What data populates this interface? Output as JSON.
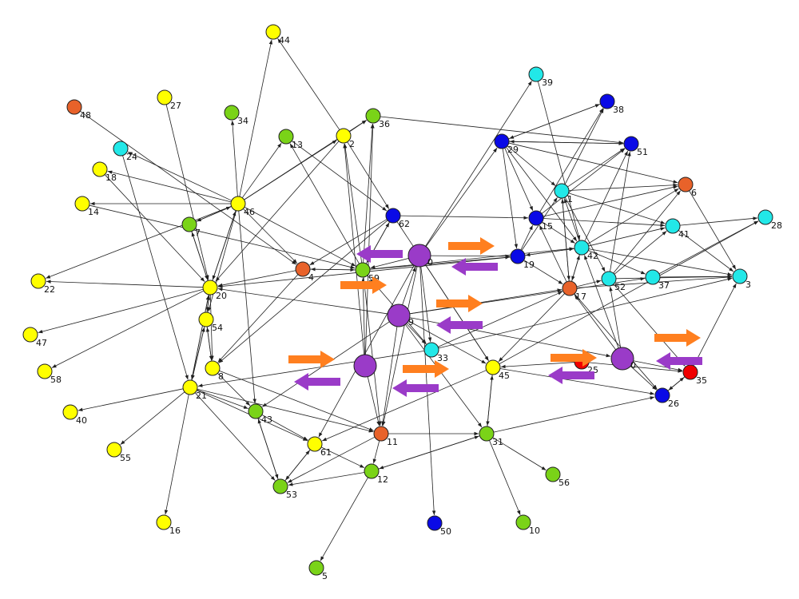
{
  "colors": {
    "yellow": "#ffff00",
    "green": "#7ad318",
    "cyan": "#22e8e8",
    "blue": "#0a0ae6",
    "orange_node": "#e8622a",
    "red": "#f00000",
    "highlight_fill": "#9a3bc8",
    "highlight_ring": "#ff7f1f",
    "arrow_orange": "#ff7f1f",
    "arrow_purple": "#9a3bc8",
    "edge": "#202020"
  },
  "nodes": [
    {
      "id": "44",
      "label": "44",
      "color": "yellow"
    },
    {
      "id": "27",
      "label": "27",
      "color": "yellow"
    },
    {
      "id": "48",
      "label": "48",
      "color": "orange_node"
    },
    {
      "id": "34",
      "label": "34",
      "color": "green"
    },
    {
      "id": "36",
      "label": "36",
      "color": "green"
    },
    {
      "id": "2",
      "label": "2",
      "color": "yellow"
    },
    {
      "id": "13",
      "label": "13",
      "color": "green"
    },
    {
      "id": "24",
      "label": "24",
      "color": "cyan"
    },
    {
      "id": "18",
      "label": "18",
      "color": "yellow"
    },
    {
      "id": "14",
      "label": "14",
      "color": "yellow"
    },
    {
      "id": "46",
      "label": "46",
      "color": "yellow"
    },
    {
      "id": "7",
      "label": "7",
      "color": "green"
    },
    {
      "id": "22",
      "label": "22",
      "color": "yellow"
    },
    {
      "id": "20",
      "label": "20",
      "color": "yellow"
    },
    {
      "id": "4",
      "label": "4",
      "color": "orange_node"
    },
    {
      "id": "47",
      "label": "47",
      "color": "yellow"
    },
    {
      "id": "54",
      "label": "54",
      "color": "yellow"
    },
    {
      "id": "58",
      "label": "58",
      "color": "yellow"
    },
    {
      "id": "8",
      "label": "8",
      "color": "yellow"
    },
    {
      "id": "21",
      "label": "21",
      "color": "yellow"
    },
    {
      "id": "40",
      "label": "40",
      "color": "yellow"
    },
    {
      "id": "55",
      "label": "55",
      "color": "yellow"
    },
    {
      "id": "16",
      "label": "16",
      "color": "yellow"
    },
    {
      "id": "43",
      "label": "43",
      "color": "green"
    },
    {
      "id": "61",
      "label": "61",
      "color": "yellow"
    },
    {
      "id": "53",
      "label": "53",
      "color": "green"
    },
    {
      "id": "5",
      "label": "5",
      "color": "green"
    },
    {
      "id": "59",
      "label": "59",
      "color": "green"
    },
    {
      "id": "62",
      "label": "62",
      "color": "blue"
    },
    {
      "id": "30",
      "label": "0",
      "color": "highlight"
    },
    {
      "id": "9",
      "label": "9",
      "color": "highlight"
    },
    {
      "id": "6h",
      "label": "",
      "color": "highlight"
    },
    {
      "id": "60",
      "label": "0",
      "color": "highlight"
    },
    {
      "id": "11",
      "label": "11",
      "color": "orange_node"
    },
    {
      "id": "12",
      "label": "12",
      "color": "green"
    },
    {
      "id": "33",
      "label": "33",
      "color": "cyan"
    },
    {
      "id": "45",
      "label": "45",
      "color": "yellow"
    },
    {
      "id": "31",
      "label": "31",
      "color": "green"
    },
    {
      "id": "50",
      "label": "50",
      "color": "blue"
    },
    {
      "id": "56",
      "label": "56",
      "color": "green"
    },
    {
      "id": "10",
      "label": "10",
      "color": "green"
    },
    {
      "id": "39",
      "label": "39",
      "color": "cyan"
    },
    {
      "id": "38",
      "label": "38",
      "color": "blue"
    },
    {
      "id": "29",
      "label": "29",
      "color": "blue"
    },
    {
      "id": "51",
      "label": "51",
      "color": "blue"
    },
    {
      "id": "1",
      "label": "1",
      "color": "cyan"
    },
    {
      "id": "15",
      "label": "15",
      "color": "blue"
    },
    {
      "id": "19",
      "label": "19",
      "color": "blue"
    },
    {
      "id": "42",
      "label": "42",
      "color": "cyan"
    },
    {
      "id": "6",
      "label": "6",
      "color": "orange_node"
    },
    {
      "id": "41",
      "label": "41",
      "color": "cyan"
    },
    {
      "id": "28",
      "label": "28",
      "color": "cyan"
    },
    {
      "id": "52",
      "label": "52",
      "color": "cyan"
    },
    {
      "id": "37",
      "label": "37",
      "color": "cyan"
    },
    {
      "id": "3",
      "label": "3",
      "color": "cyan"
    },
    {
      "id": "17",
      "label": "17",
      "color": "orange_node"
    },
    {
      "id": "25",
      "label": "25",
      "color": "red"
    },
    {
      "id": "35",
      "label": "35",
      "color": "red"
    },
    {
      "id": "26",
      "label": "26",
      "color": "blue"
    }
  ],
  "edges": [
    [
      "46",
      "44"
    ],
    [
      "46",
      "34"
    ],
    [
      "46",
      "13"
    ],
    [
      "46",
      "2"
    ],
    [
      "46",
      "36"
    ],
    [
      "46",
      "24"
    ],
    [
      "46",
      "18"
    ],
    [
      "46",
      "14"
    ],
    [
      "46",
      "7"
    ],
    [
      "46",
      "20"
    ],
    [
      "46",
      "54"
    ],
    [
      "46",
      "43"
    ],
    [
      "46",
      "4"
    ],
    [
      "46",
      "59"
    ],
    [
      "46",
      "22"
    ],
    [
      "48",
      "4"
    ],
    [
      "27",
      "20"
    ],
    [
      "24",
      "21"
    ],
    [
      "18",
      "20"
    ],
    [
      "14",
      "59"
    ],
    [
      "7",
      "20"
    ],
    [
      "7",
      "46"
    ],
    [
      "20",
      "7"
    ],
    [
      "20",
      "22"
    ],
    [
      "20",
      "54"
    ],
    [
      "20",
      "8"
    ],
    [
      "20",
      "21"
    ],
    [
      "20",
      "46"
    ],
    [
      "20",
      "47"
    ],
    [
      "20",
      "58"
    ],
    [
      "54",
      "20"
    ],
    [
      "54",
      "8"
    ],
    [
      "54",
      "21"
    ],
    [
      "21",
      "54"
    ],
    [
      "21",
      "20"
    ],
    [
      "21",
      "40"
    ],
    [
      "21",
      "55"
    ],
    [
      "21",
      "16"
    ],
    [
      "21",
      "53"
    ],
    [
      "21",
      "43"
    ],
    [
      "21",
      "11"
    ],
    [
      "21",
      "61"
    ],
    [
      "8",
      "54"
    ],
    [
      "8",
      "11"
    ],
    [
      "8",
      "43"
    ],
    [
      "43",
      "53"
    ],
    [
      "53",
      "43"
    ],
    [
      "43",
      "61"
    ],
    [
      "61",
      "53"
    ],
    [
      "61",
      "12"
    ],
    [
      "53",
      "61"
    ],
    [
      "12",
      "53"
    ],
    [
      "12",
      "5"
    ],
    [
      "11",
      "53"
    ],
    [
      "11",
      "12"
    ],
    [
      "11",
      "31"
    ],
    [
      "12",
      "31"
    ],
    [
      "31",
      "12"
    ],
    [
      "31",
      "45"
    ],
    [
      "45",
      "31"
    ],
    [
      "31",
      "56"
    ],
    [
      "31",
      "10"
    ],
    [
      "31",
      "26"
    ],
    [
      "4",
      "59"
    ],
    [
      "4",
      "20"
    ],
    [
      "4",
      "8"
    ],
    [
      "59",
      "4"
    ],
    [
      "59",
      "36"
    ],
    [
      "59",
      "2"
    ],
    [
      "59",
      "62"
    ],
    [
      "59",
      "19"
    ],
    [
      "59",
      "42"
    ],
    [
      "59",
      "11"
    ],
    [
      "59",
      "33"
    ],
    [
      "59",
      "13"
    ],
    [
      "2",
      "44"
    ],
    [
      "2",
      "36"
    ],
    [
      "2",
      "20"
    ],
    [
      "2",
      "62"
    ],
    [
      "36",
      "51"
    ],
    [
      "13",
      "62"
    ],
    [
      "62",
      "4"
    ],
    [
      "62",
      "59"
    ],
    [
      "62",
      "15"
    ],
    [
      "62",
      "45"
    ],
    [
      "62",
      "8"
    ],
    [
      "30",
      "39"
    ],
    [
      "30",
      "29"
    ],
    [
      "30",
      "19"
    ],
    [
      "30",
      "11"
    ],
    [
      "30",
      "50"
    ],
    [
      "30",
      "59"
    ],
    [
      "30",
      "33"
    ],
    [
      "30",
      "45"
    ],
    [
      "30",
      "61"
    ],
    [
      "9",
      "30"
    ],
    [
      "9",
      "20"
    ],
    [
      "9",
      "33"
    ],
    [
      "9",
      "45"
    ],
    [
      "9",
      "31"
    ],
    [
      "9",
      "11"
    ],
    [
      "9",
      "43"
    ],
    [
      "9",
      "17"
    ],
    [
      "9",
      "60"
    ],
    [
      "9",
      "37"
    ],
    [
      "6h",
      "11"
    ],
    [
      "6h",
      "59"
    ],
    [
      "6h",
      "36"
    ],
    [
      "6h",
      "2"
    ],
    [
      "60",
      "52"
    ],
    [
      "60",
      "42"
    ],
    [
      "60",
      "17"
    ],
    [
      "60",
      "26"
    ],
    [
      "60",
      "35"
    ],
    [
      "29",
      "38"
    ],
    [
      "29",
      "51"
    ],
    [
      "29",
      "15"
    ],
    [
      "29",
      "19"
    ],
    [
      "29",
      "42"
    ],
    [
      "29",
      "1"
    ],
    [
      "29",
      "6"
    ],
    [
      "15",
      "38"
    ],
    [
      "15",
      "51"
    ],
    [
      "15",
      "6"
    ],
    [
      "15",
      "42"
    ],
    [
      "15",
      "41"
    ],
    [
      "19",
      "15"
    ],
    [
      "19",
      "42"
    ],
    [
      "19",
      "1"
    ],
    [
      "19",
      "20"
    ],
    [
      "19",
      "17"
    ],
    [
      "1",
      "38"
    ],
    [
      "1",
      "51"
    ],
    [
      "1",
      "6"
    ],
    [
      "1",
      "17"
    ],
    [
      "1",
      "41"
    ],
    [
      "1",
      "52"
    ],
    [
      "42",
      "51"
    ],
    [
      "42",
      "6"
    ],
    [
      "42",
      "1"
    ],
    [
      "42",
      "41"
    ],
    [
      "42",
      "37"
    ],
    [
      "42",
      "3"
    ],
    [
      "42",
      "17"
    ],
    [
      "42",
      "19"
    ],
    [
      "17",
      "42"
    ],
    [
      "17",
      "1"
    ],
    [
      "17",
      "15"
    ],
    [
      "17",
      "52"
    ],
    [
      "17",
      "3"
    ],
    [
      "17",
      "26"
    ],
    [
      "17",
      "45"
    ],
    [
      "52",
      "6"
    ],
    [
      "52",
      "41"
    ],
    [
      "52",
      "3"
    ],
    [
      "52",
      "35"
    ],
    [
      "52",
      "51"
    ],
    [
      "37",
      "28"
    ],
    [
      "37",
      "3"
    ],
    [
      "41",
      "28"
    ],
    [
      "41",
      "3"
    ],
    [
      "6",
      "3"
    ],
    [
      "35",
      "3"
    ],
    [
      "35",
      "26"
    ],
    [
      "26",
      "35"
    ],
    [
      "25",
      "35"
    ],
    [
      "25",
      "45"
    ],
    [
      "33",
      "17"
    ],
    [
      "33",
      "3"
    ],
    [
      "33",
      "21"
    ],
    [
      "45",
      "26"
    ],
    [
      "45",
      "61"
    ],
    [
      "45",
      "28"
    ],
    [
      "39",
      "42"
    ],
    [
      "38",
      "29"
    ],
    [
      "51",
      "29"
    ]
  ],
  "arrows": [
    {
      "color": "arrow_purple",
      "dir": "left"
    },
    {
      "color": "arrow_orange",
      "dir": "right"
    },
    {
      "color": "arrow_purple",
      "dir": "left"
    },
    {
      "color": "arrow_orange",
      "dir": "right"
    },
    {
      "color": "arrow_orange",
      "dir": "right"
    },
    {
      "color": "arrow_purple",
      "dir": "left"
    },
    {
      "color": "arrow_orange",
      "dir": "right"
    },
    {
      "color": "arrow_purple",
      "dir": "left"
    },
    {
      "color": "arrow_orange",
      "dir": "right"
    },
    {
      "color": "arrow_purple",
      "dir": "left"
    },
    {
      "color": "arrow_orange",
      "dir": "right"
    },
    {
      "color": "arrow_purple",
      "dir": "left"
    },
    {
      "color": "arrow_orange",
      "dir": "right"
    },
    {
      "color": "arrow_purple",
      "dir": "left"
    }
  ]
}
